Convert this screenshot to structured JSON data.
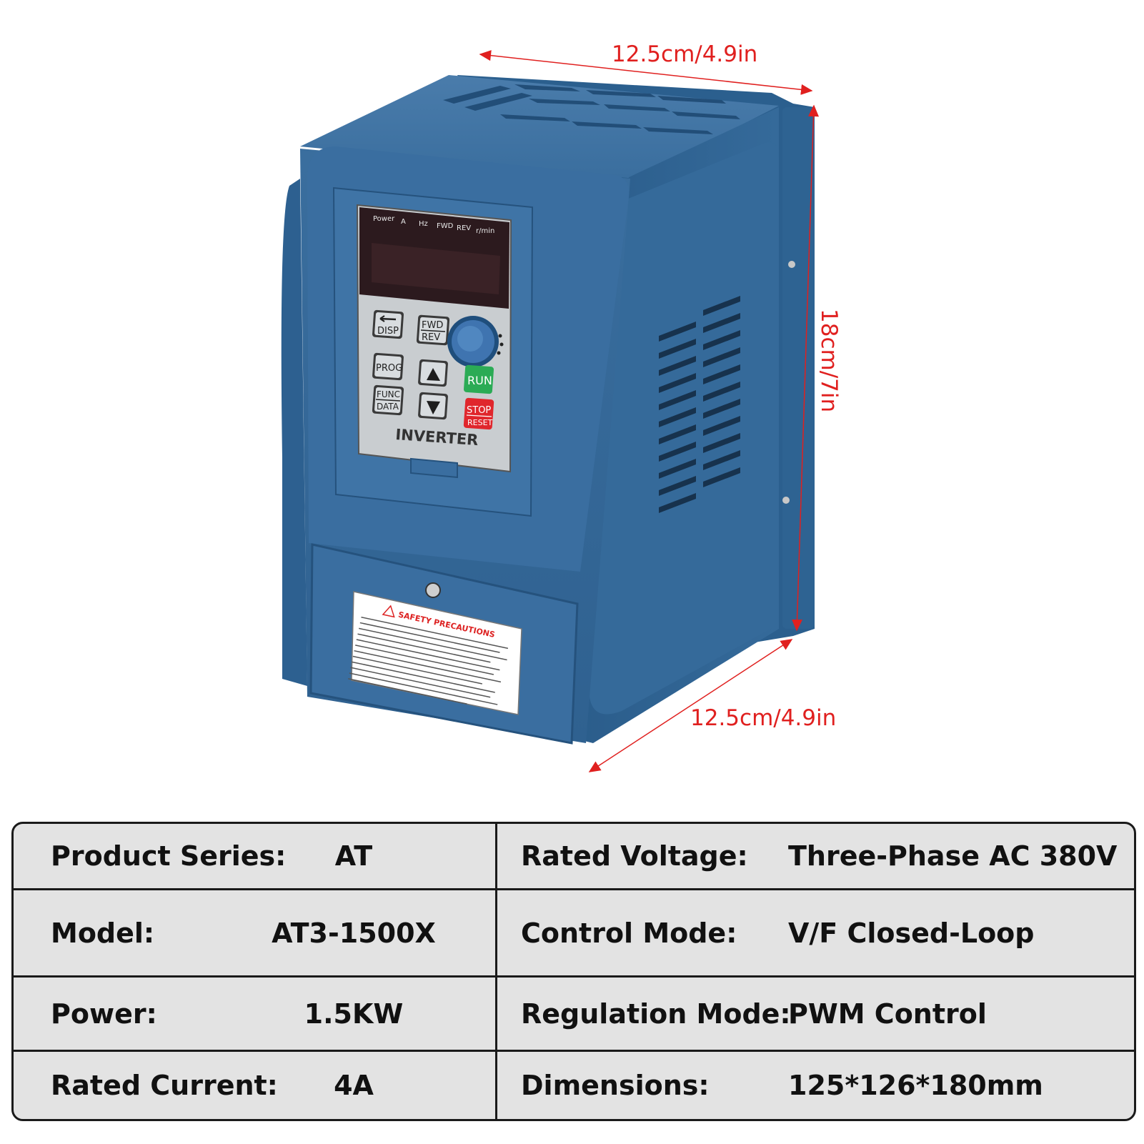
{
  "dimensions": {
    "width_top": "12.5cm/4.9in",
    "height_side": "18cm/7in",
    "depth_bottom": "12.5cm/4.9in"
  },
  "panel": {
    "indicators": [
      "Power",
      "A",
      "Hz",
      "FWD",
      "REV",
      "r/min"
    ],
    "keys": {
      "disp": "DISP",
      "fwd": "FWD",
      "rev": "REV",
      "prog": "PROG",
      "func": "FUNC",
      "data": "DATA",
      "run": "RUN",
      "stop": "STOP",
      "reset": "RESET"
    },
    "brand": "INVERTER"
  },
  "safety_label": {
    "title": "SAFETY PRECAUTIONS"
  },
  "colors": {
    "housing": "#2f6494",
    "run": "#2bab55",
    "stop": "#e0262c",
    "dimension_line": "#e0201f"
  },
  "specs": [
    {
      "label": "Product Series:",
      "value": "AT",
      "label2": "Rated Voltage:",
      "value2": "Three-Phase AC 380V"
    },
    {
      "label": "Model:",
      "value": "AT3-1500X",
      "label2": "Control Mode:",
      "value2": "V/F Closed-Loop"
    },
    {
      "label": "Power:",
      "value": "1.5KW",
      "label2": "Regulation Mode:",
      "value2": "PWM Control"
    },
    {
      "label": "Rated Current:",
      "value": "4A",
      "label2": "Dimensions:",
      "value2": "125*126*180mm"
    }
  ]
}
